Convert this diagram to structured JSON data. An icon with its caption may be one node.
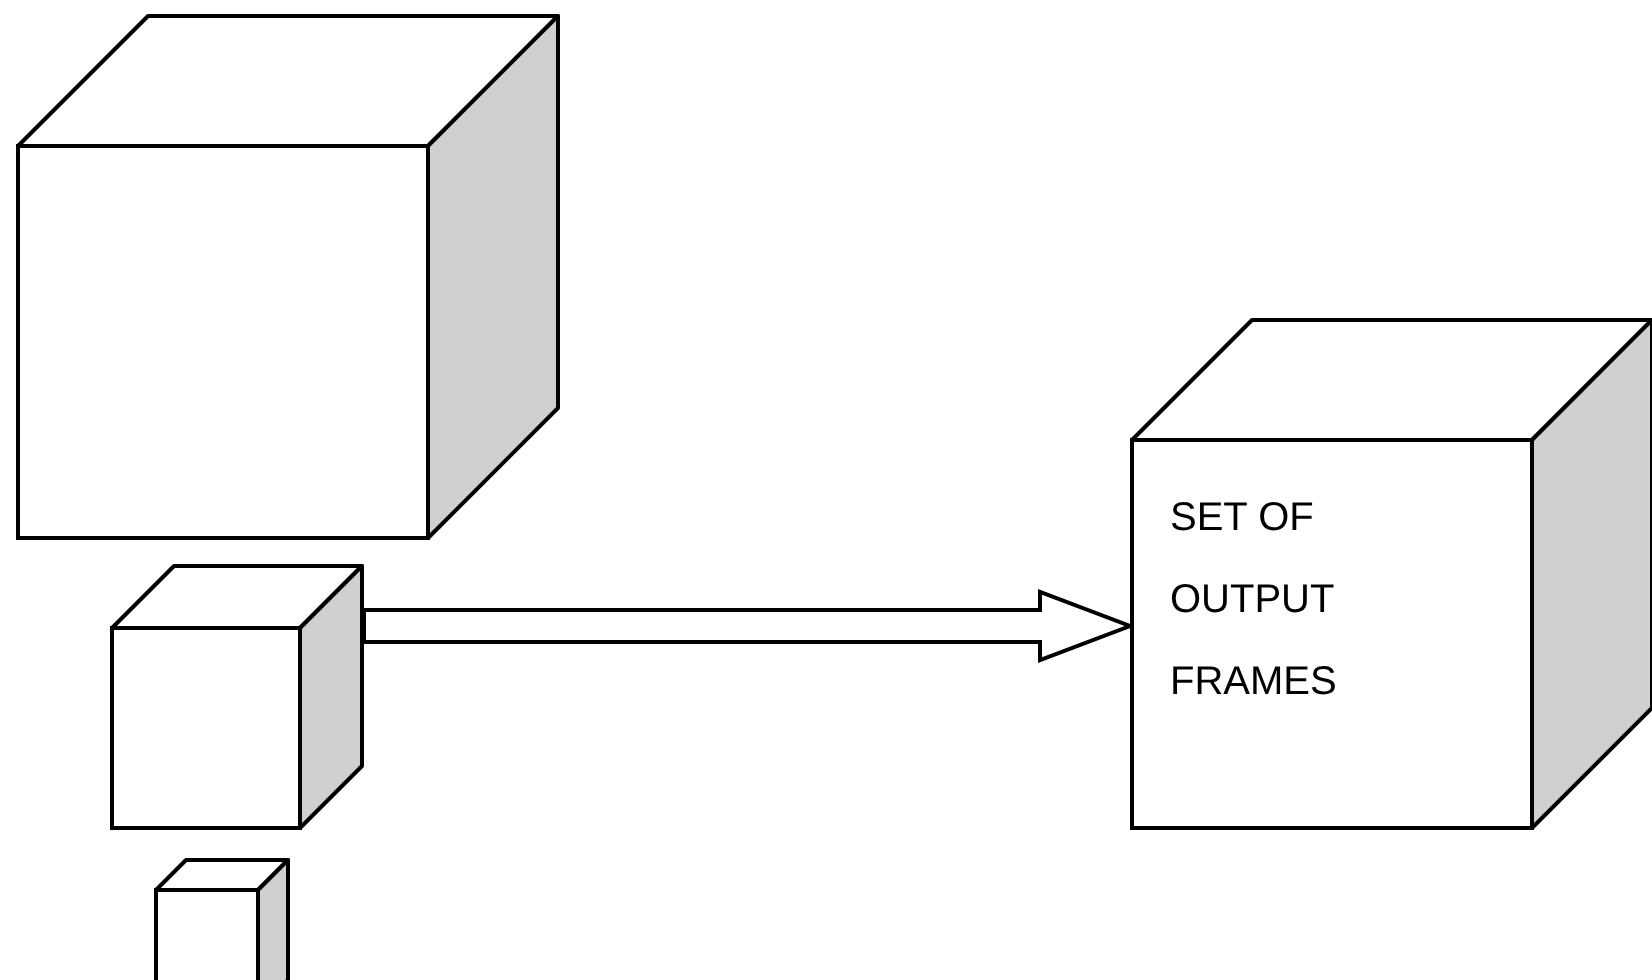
{
  "diagram": {
    "nodes": [
      {
        "text": [],
        "shape": "cube"
      },
      {
        "text": [],
        "shape": "cube"
      },
      {
        "text": [],
        "shape": "cube"
      },
      {
        "text": [
          "SET OF OUTPUT FRAMES"
        ]
      }
    ],
    "edges": [
      {
        "from": 1,
        "to": 3,
        "arrow": "to",
        "style": "thick"
      }
    ]
  }
}
